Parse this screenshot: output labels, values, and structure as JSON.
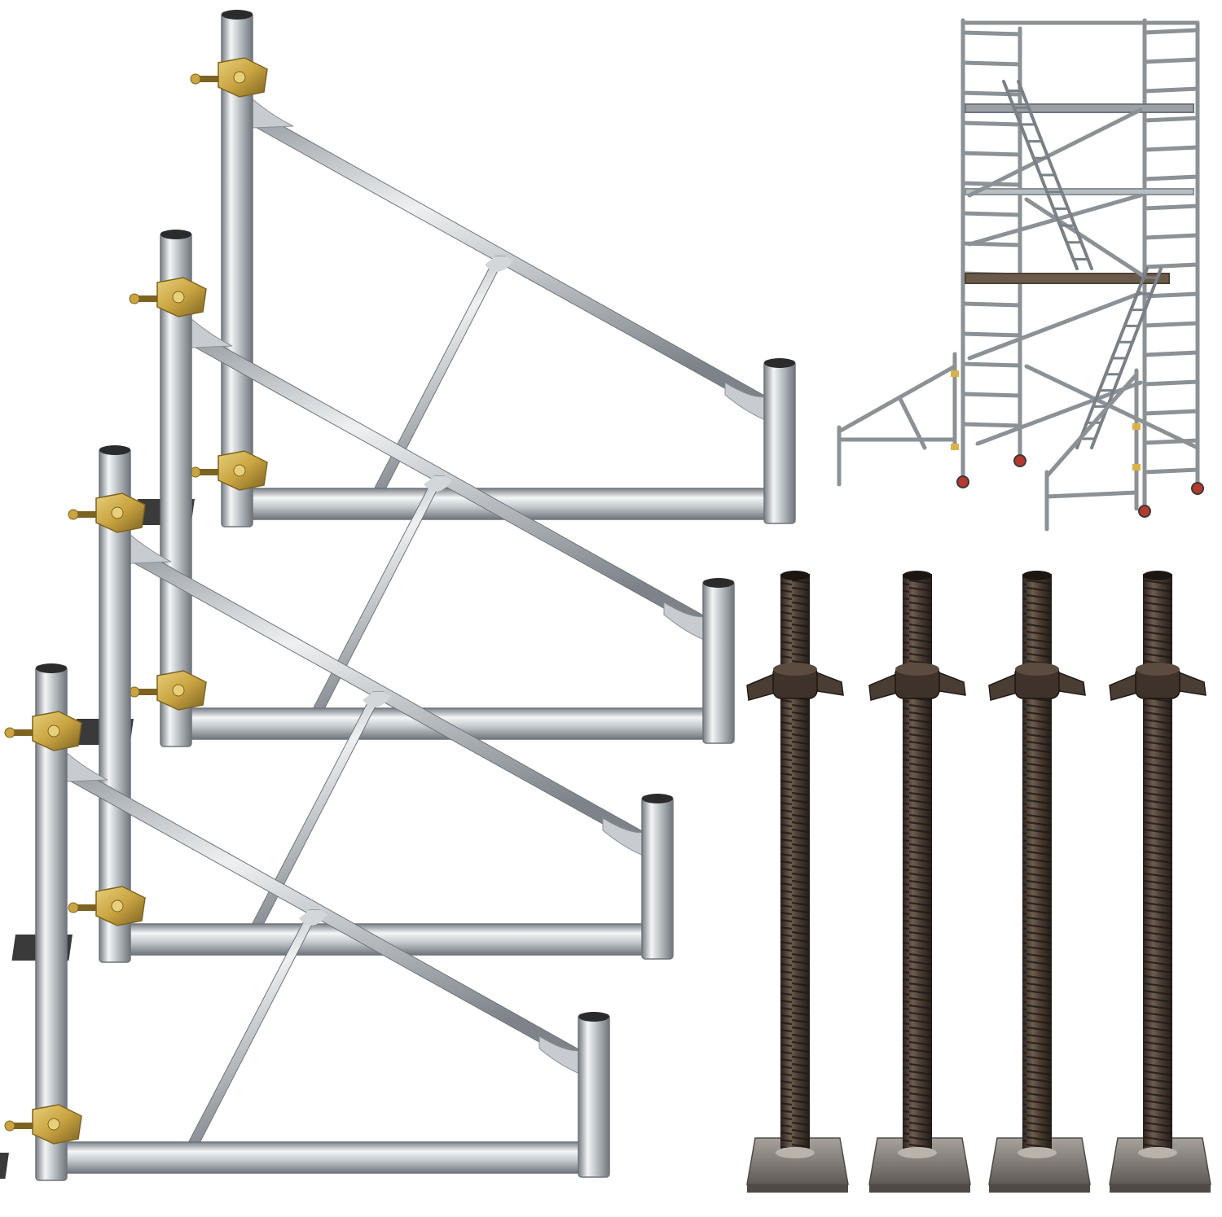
{
  "image": {
    "background": "#ffffff",
    "subjects": {
      "outriggers": {
        "count": 4,
        "icon": "scaffold-outrigger-icon"
      },
      "tower": {
        "count": 1,
        "icon": "scaffold-tower-icon"
      },
      "jacks": {
        "count": 4,
        "icon": "leveling-screw-jack-icon"
      }
    },
    "colors": {
      "steel_light": "#f4f5f6",
      "steel_mid": "#b9bec3",
      "steel_dark": "#6f757b",
      "clamp_gold": "#c9a441",
      "clamp_dark": "#7d6321",
      "base_plate": "#3a3a3a",
      "jack_dark": "#3b3029",
      "jack_mid": "#5c4c40",
      "jack_plate": "#8a8580"
    }
  }
}
